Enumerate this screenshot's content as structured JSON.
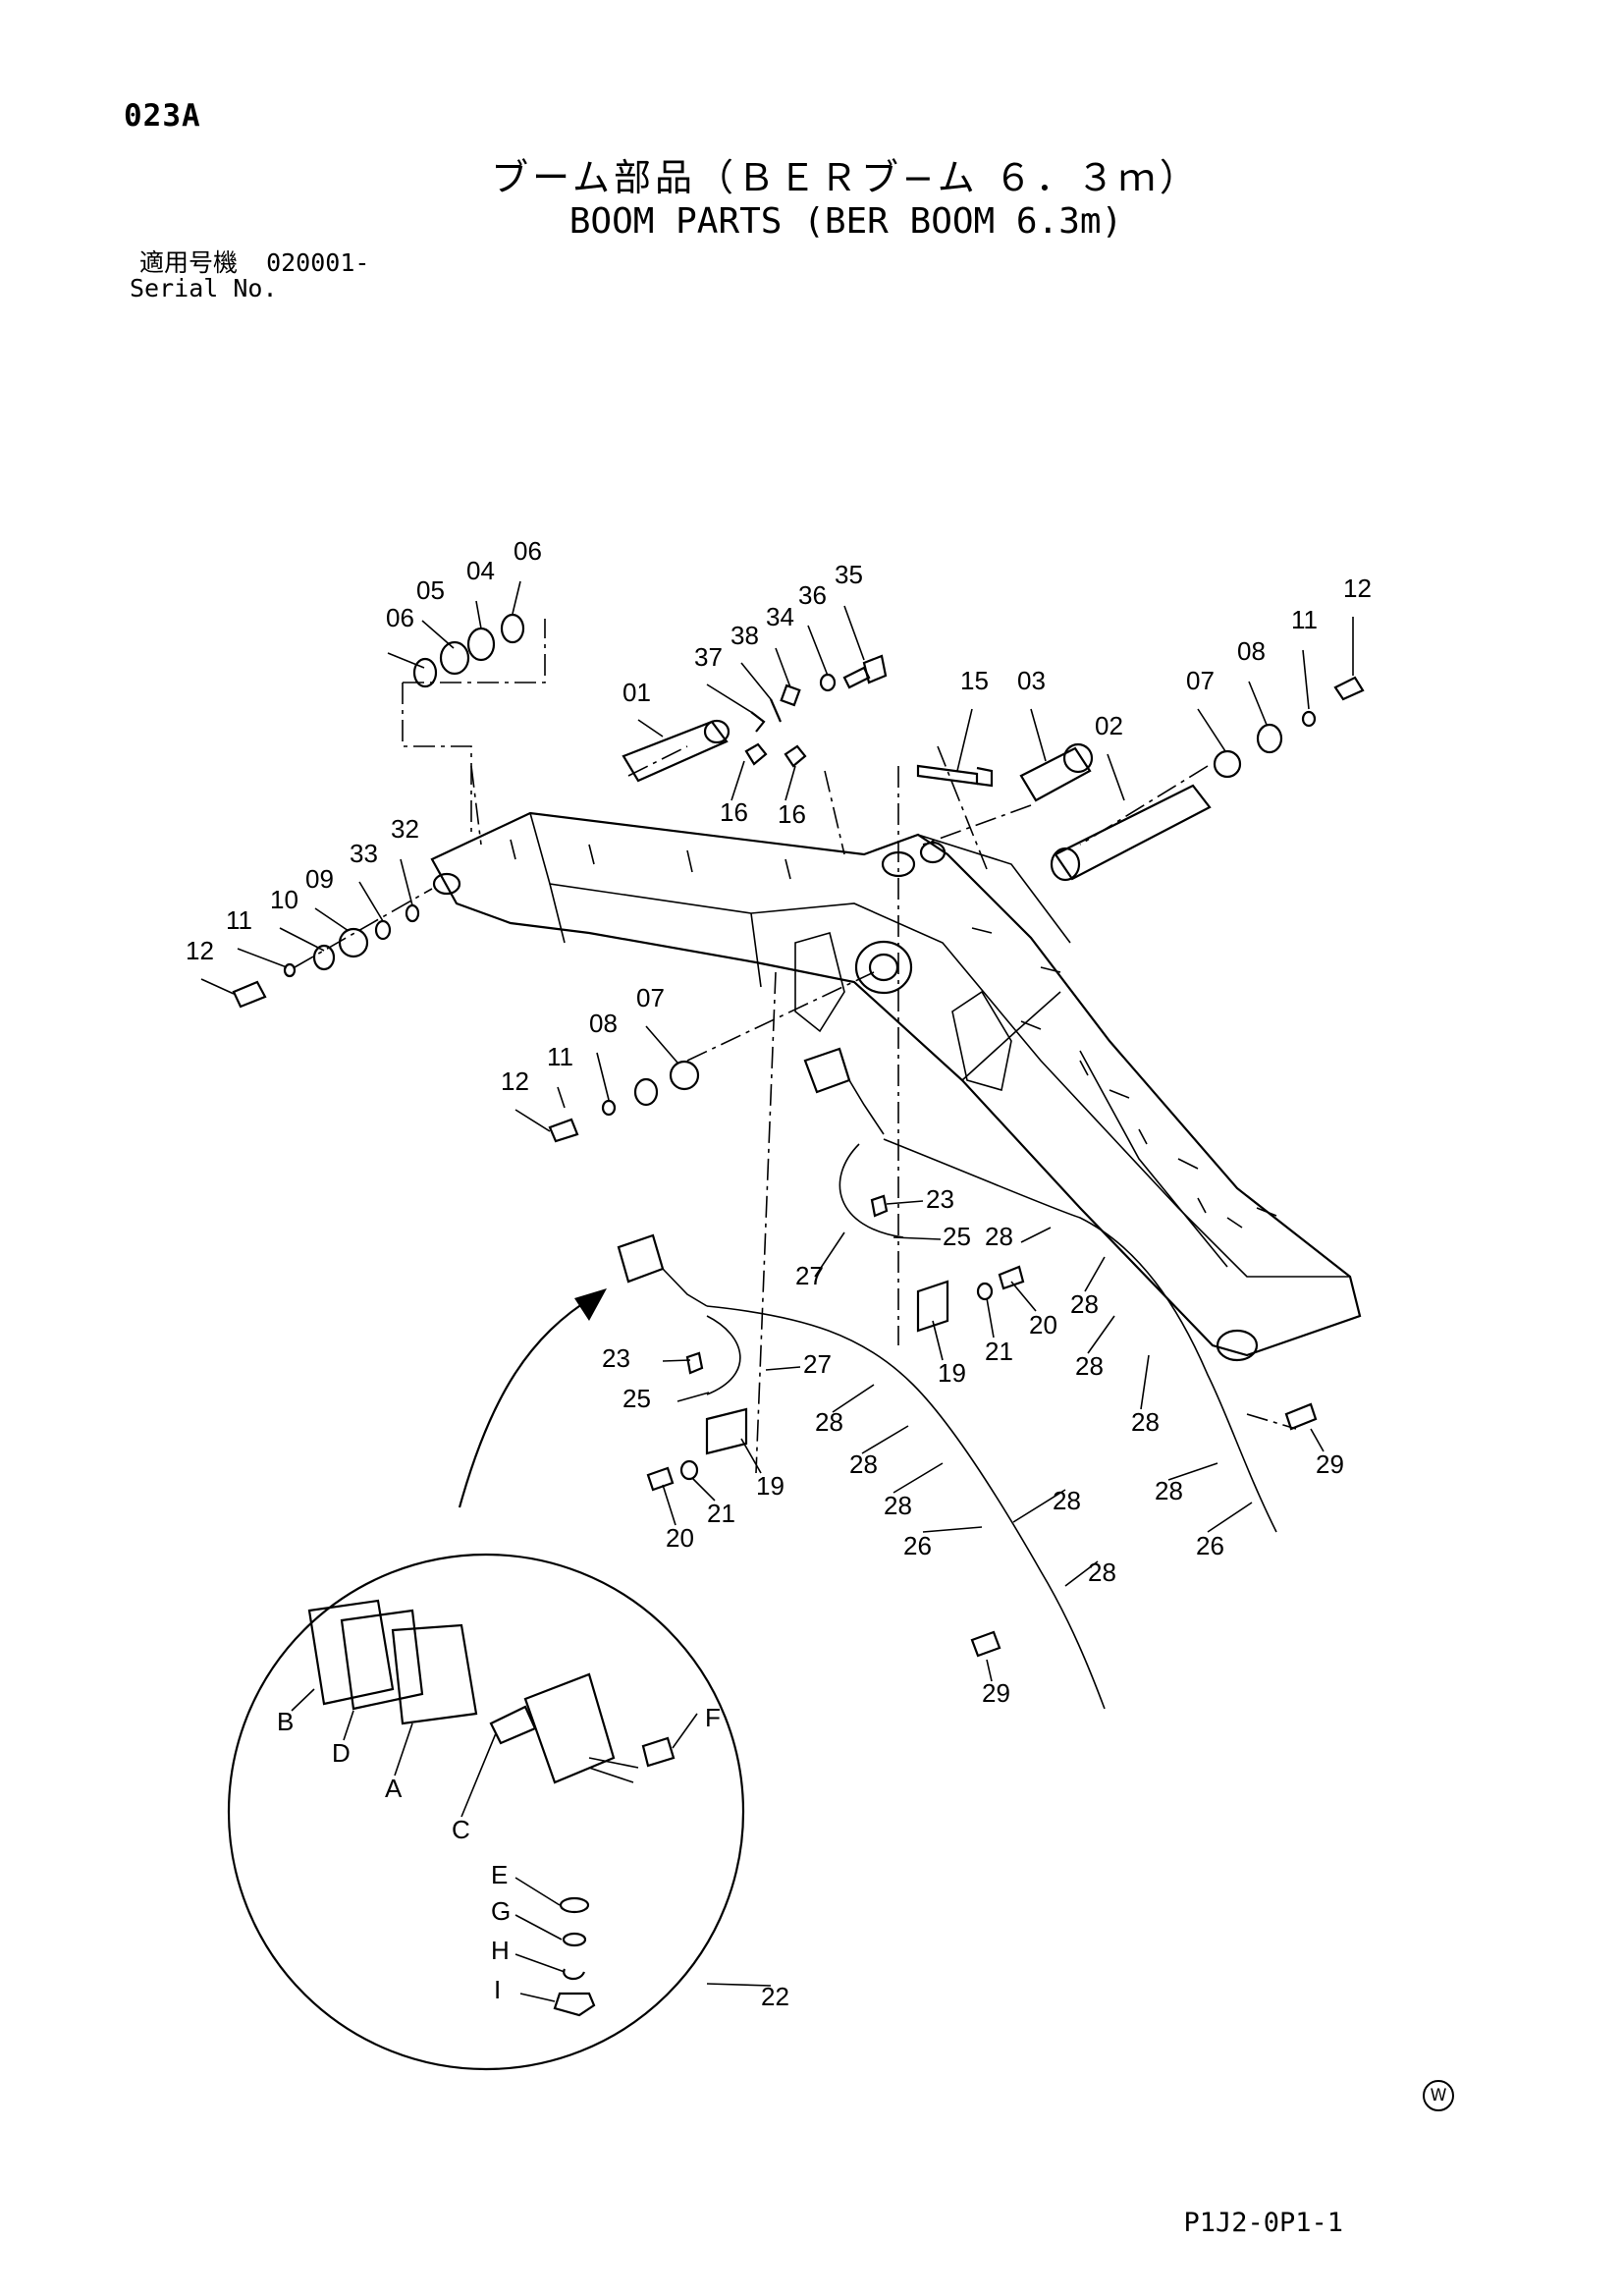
{
  "page_id": "023A",
  "title_jp": "ブーム部品（ＢＥＲブ−ム ６．３ｍ）",
  "title_en": "BOOM PARTS (BER BOOM 6.3m)",
  "serial": {
    "label_jp": "適用号機",
    "range": "020001-",
    "label_en": "Serial No."
  },
  "mark": "W",
  "drawing_code": "P1J2-0P1-1",
  "callouts": [
    {
      "id": "c1",
      "text": "06"
    },
    {
      "id": "c2",
      "text": "05"
    },
    {
      "id": "c3",
      "text": "04"
    },
    {
      "id": "c4",
      "text": "06"
    },
    {
      "id": "c5",
      "text": "37"
    },
    {
      "id": "c6",
      "text": "38"
    },
    {
      "id": "c7",
      "text": "34"
    },
    {
      "id": "c8",
      "text": "36"
    },
    {
      "id": "c9",
      "text": "35"
    },
    {
      "id": "c10",
      "text": "15"
    },
    {
      "id": "c11",
      "text": "03"
    },
    {
      "id": "c12",
      "text": "02"
    },
    {
      "id": "c13",
      "text": "07"
    },
    {
      "id": "c14",
      "text": "08"
    },
    {
      "id": "c15",
      "text": "11"
    },
    {
      "id": "c16",
      "text": "12"
    },
    {
      "id": "c17",
      "text": "01"
    },
    {
      "id": "c18",
      "text": "16"
    },
    {
      "id": "c19",
      "text": "16"
    },
    {
      "id": "c20",
      "text": "32"
    },
    {
      "id": "c21",
      "text": "33"
    },
    {
      "id": "c22",
      "text": "09"
    },
    {
      "id": "c23",
      "text": "10"
    },
    {
      "id": "c24",
      "text": "11"
    },
    {
      "id": "c25",
      "text": "12"
    },
    {
      "id": "c26",
      "text": "07"
    },
    {
      "id": "c27",
      "text": "08"
    },
    {
      "id": "c28",
      "text": "11"
    },
    {
      "id": "c29",
      "text": "12"
    },
    {
      "id": "c30",
      "text": "23"
    },
    {
      "id": "c31",
      "text": "25"
    },
    {
      "id": "c32",
      "text": "28"
    },
    {
      "id": "c33",
      "text": "27"
    },
    {
      "id": "c34",
      "text": "20"
    },
    {
      "id": "c35",
      "text": "21"
    },
    {
      "id": "c36",
      "text": "19"
    },
    {
      "id": "c37",
      "text": "28"
    },
    {
      "id": "c38",
      "text": "28"
    },
    {
      "id": "c39",
      "text": "28"
    },
    {
      "id": "c40",
      "text": "23"
    },
    {
      "id": "c41",
      "text": "27"
    },
    {
      "id": "c42",
      "text": "25"
    },
    {
      "id": "c43",
      "text": "28"
    },
    {
      "id": "c44",
      "text": "19"
    },
    {
      "id": "c45",
      "text": "28"
    },
    {
      "id": "c46",
      "text": "21"
    },
    {
      "id": "c47",
      "text": "28"
    },
    {
      "id": "c48",
      "text": "20"
    },
    {
      "id": "c49",
      "text": "26"
    },
    {
      "id": "c50",
      "text": "28"
    },
    {
      "id": "c51",
      "text": "29"
    },
    {
      "id": "c52",
      "text": "28"
    },
    {
      "id": "c53",
      "text": "26"
    },
    {
      "id": "c54",
      "text": "28"
    },
    {
      "id": "c55",
      "text": "29"
    },
    {
      "id": "c56",
      "text": "B"
    },
    {
      "id": "c57",
      "text": "D"
    },
    {
      "id": "c58",
      "text": "A"
    },
    {
      "id": "c59",
      "text": "C"
    },
    {
      "id": "c60",
      "text": "F"
    },
    {
      "id": "c61",
      "text": "E"
    },
    {
      "id": "c62",
      "text": "G"
    },
    {
      "id": "c63",
      "text": "H"
    },
    {
      "id": "c64",
      "text": "I"
    },
    {
      "id": "c65",
      "text": "22"
    }
  ]
}
